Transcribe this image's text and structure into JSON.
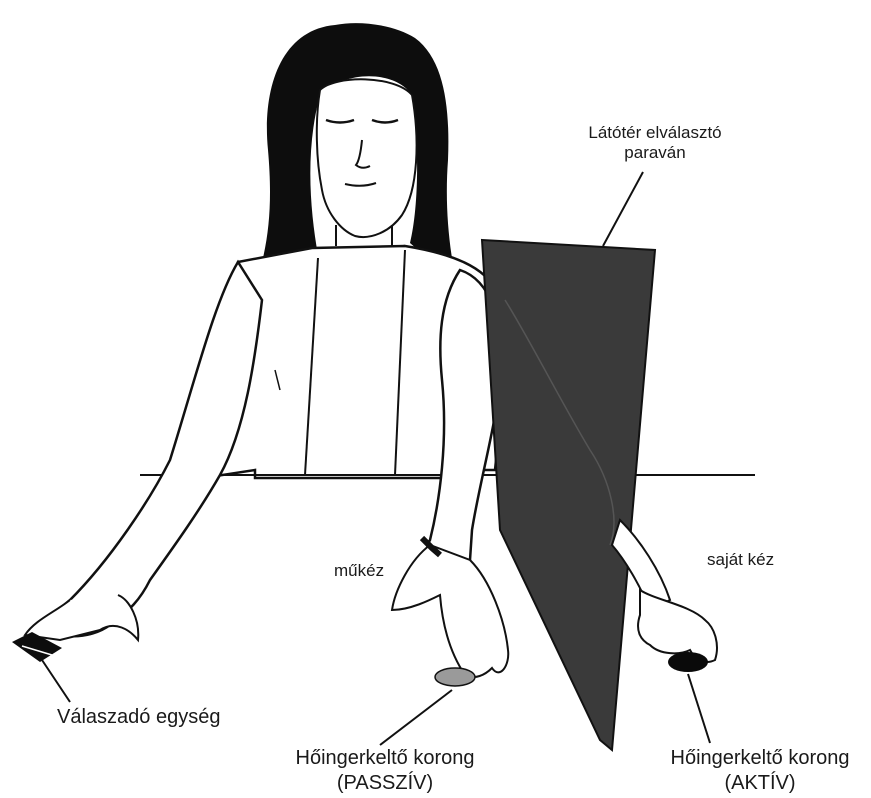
{
  "labels": {
    "screen_line1": "Látótér elválasztó",
    "screen_line2": "paraván",
    "fake_hand": "műkéz",
    "own_hand": "saját kéz",
    "response_unit": "Válaszadó egység",
    "passive_disc_line1": "Hőingerkeltő korong",
    "passive_disc_line2": "(PASSZÍV)",
    "active_disc_line1": "Hőingerkeltő korong",
    "active_disc_line2": "(AKTÍV)"
  },
  "colors": {
    "ink": "#111111",
    "screen": "#3a3a3a",
    "passive_disc": "#9a9a9a",
    "active_disc": "#0a0a0a",
    "background": "#ffffff"
  }
}
